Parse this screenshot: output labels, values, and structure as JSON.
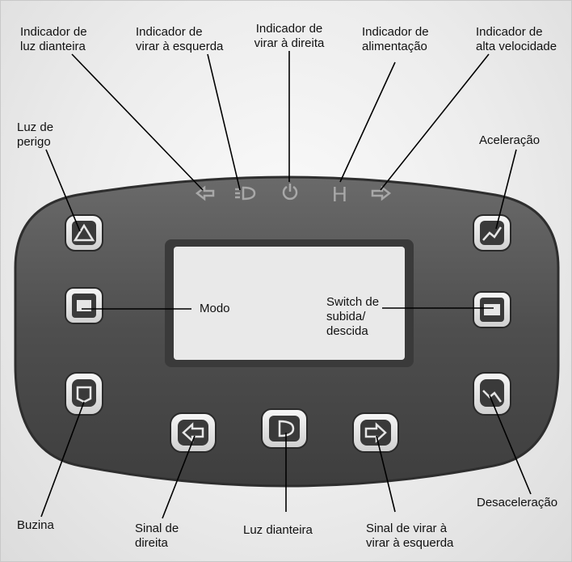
{
  "labels": {
    "front_light_indicator": "Indicador de\nluz dianteira",
    "left_turn_indicator": "Indicador de\nvirar à esquerda",
    "right_turn_indicator": "Indicador de\nvirar à direita",
    "power_indicator": "Indicador de\nalimentação",
    "high_speed_indicator": "Indicador de\nalta velocidade",
    "hazard_light": "Luz de\nperigo",
    "acceleration": "Aceleração",
    "mode": "Modo",
    "up_down_switch": "Switch de\nsubida/\ndescida",
    "horn": "Buzina",
    "deceleration": "Desaceleração",
    "right_signal": "Sinal de\ndireita",
    "front_light": "Luz dianteira",
    "left_turn_signal": "Sinal de virar à\nvirar à esquerda"
  },
  "indicator_glyphs": {
    "power_letter": "H"
  },
  "colors": {
    "panel": "#4a4a4a",
    "button": "#e8e8e8",
    "display": "#e9e9e9",
    "leader": "#000000"
  }
}
